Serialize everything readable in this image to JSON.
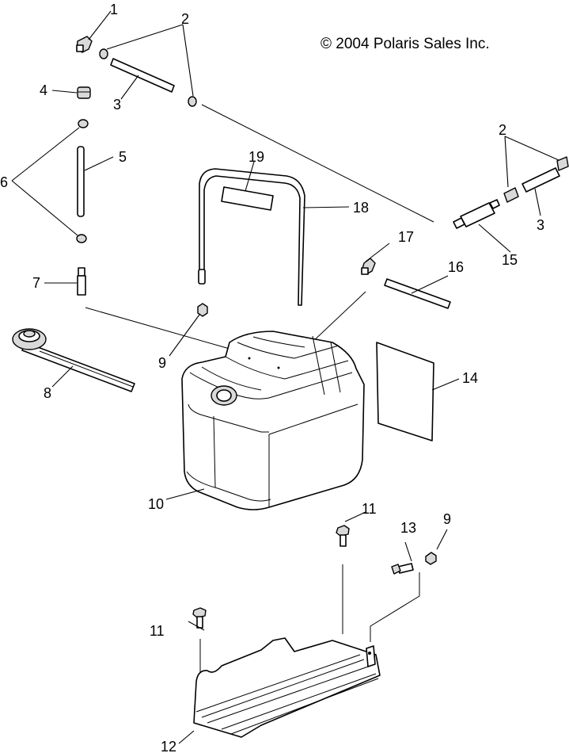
{
  "copyright": "© 2004 Polaris Sales Inc.",
  "callouts": {
    "c1": "1",
    "c2a": "2",
    "c2b": "2",
    "c3a": "3",
    "c3b": "3",
    "c4": "4",
    "c5": "5",
    "c6": "6",
    "c7": "7",
    "c8": "8",
    "c9a": "9",
    "c9b": "9",
    "c10": "10",
    "c11a": "11",
    "c11b": "11",
    "c12": "12",
    "c13": "13",
    "c14": "14",
    "c15": "15",
    "c16": "16",
    "c17": "17",
    "c18": "18",
    "c19": "19"
  }
}
